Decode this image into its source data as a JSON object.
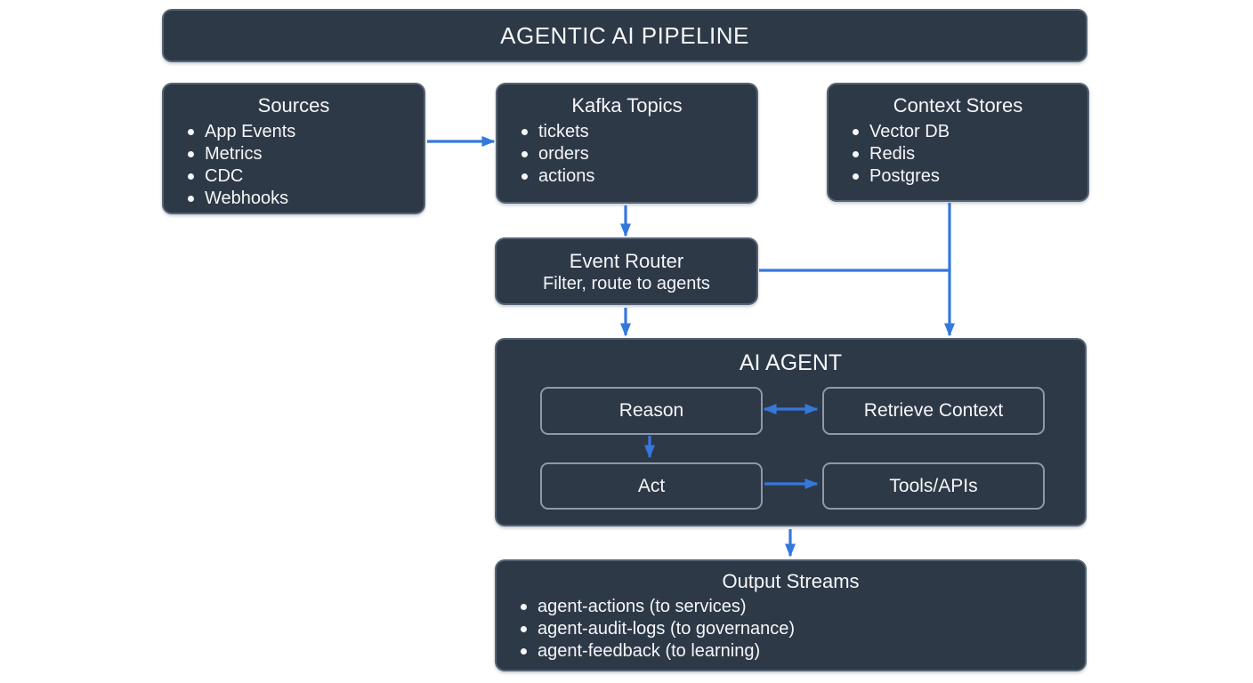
{
  "title": "AGENTIC AI PIPELINE",
  "colors": {
    "page_bg": "#ffffff",
    "box_bg": "#2e3947",
    "box_border": "#79869a",
    "inner_border": "#8e99a8",
    "text": "#f4f6f9",
    "arrow": "#3478dc"
  },
  "nodes": {
    "sources": {
      "title": "Sources",
      "items": [
        "App Events",
        "Metrics",
        "CDC",
        "Webhooks"
      ]
    },
    "kafka_topics": {
      "title": "Kafka Topics",
      "items": [
        "tickets",
        "orders",
        "actions"
      ]
    },
    "context_stores": {
      "title": "Context Stores",
      "items": [
        "Vector DB",
        "Redis",
        "Postgres"
      ]
    },
    "event_router": {
      "title": "Event Router",
      "subtitle": "Filter, route to agents"
    },
    "ai_agent": {
      "title": "AI AGENT",
      "children": {
        "reason": "Reason",
        "retrieve_context": "Retrieve Context",
        "act": "Act",
        "tools_apis": "Tools/APIs"
      }
    },
    "output_streams": {
      "title": "Output Streams",
      "items": [
        "agent-actions (to services)",
        "agent-audit-logs (to governance)",
        "agent-feedback (to learning)"
      ]
    }
  },
  "edges": [
    {
      "from": "Sources",
      "to": "Kafka Topics",
      "type": "arrow"
    },
    {
      "from": "Kafka Topics",
      "to": "Event Router",
      "type": "arrow"
    },
    {
      "from": "Event Router",
      "to": "AI Agent",
      "type": "arrow"
    },
    {
      "from": "Context Stores",
      "to": "AI Agent",
      "type": "arrow"
    },
    {
      "from": "Event Router",
      "to": "Context Stores to AI Agent line",
      "type": "elbow-join"
    },
    {
      "from": "Reason",
      "to": "Retrieve Context",
      "type": "double-arrow"
    },
    {
      "from": "Reason",
      "to": "Act",
      "type": "arrow"
    },
    {
      "from": "Act",
      "to": "Tools/APIs",
      "type": "arrow"
    },
    {
      "from": "AI Agent",
      "to": "Output Streams",
      "type": "arrow"
    }
  ]
}
